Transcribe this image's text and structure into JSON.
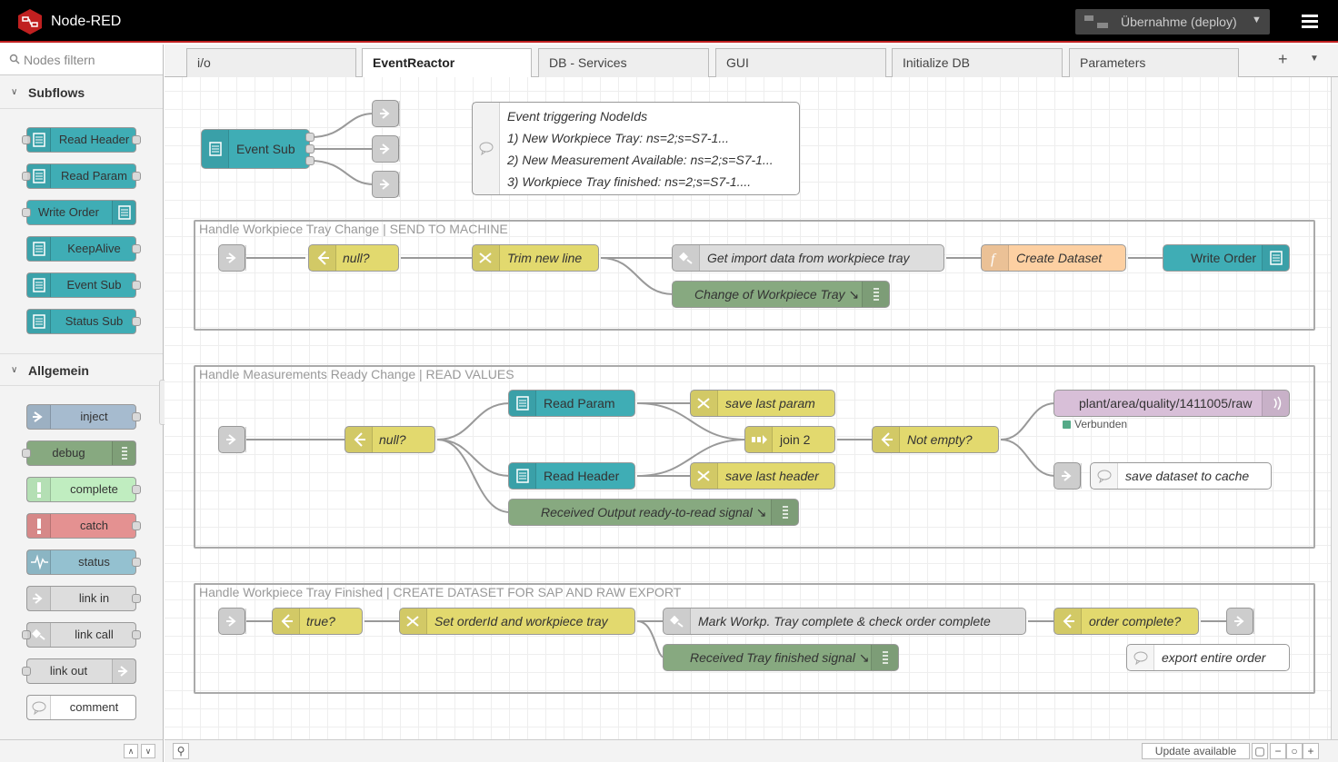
{
  "app": {
    "title": "Node-RED"
  },
  "header": {
    "deploy_label": "Übernahme (deploy)"
  },
  "palette": {
    "filter_placeholder": "Nodes filtern",
    "categories": [
      {
        "label": "Subflows",
        "items": [
          "Read Header",
          "Read Param",
          "Write Order",
          "KeepAlive",
          "Event Sub",
          "Status Sub"
        ]
      },
      {
        "label": "Allgemein",
        "items": [
          "inject",
          "debug",
          "complete",
          "catch",
          "status",
          "link in",
          "link call",
          "link out",
          "comment"
        ]
      }
    ]
  },
  "tabs": [
    "i/o",
    "EventReactor",
    "DB - Services",
    "GUI",
    "Initialize DB",
    "Parameters"
  ],
  "active_tab": "EventReactor",
  "flow": {
    "event_sub": "Event Sub",
    "comment": {
      "lines": [
        "Event triggering NodeIds",
        "1) New Workpiece Tray: ns=2;s=S7-1...",
        "2) New Measurement Available: ns=2;s=S7-1...",
        "3) Workpiece Tray finished: ns=2;s=S7-1...."
      ]
    },
    "groups": [
      {
        "label": "Handle Workpiece Tray Change | SEND TO MACHINE"
      },
      {
        "label": "Handle Measurements Ready Change | READ VALUES"
      },
      {
        "label": "Handle Workpiece Tray Finished | CREATE DATASET FOR SAP AND RAW EXPORT"
      }
    ],
    "g1": {
      "null": "null?",
      "trim": "Trim new line",
      "get_import": "Get import data from workpiece tray",
      "create_dataset": "Create Dataset",
      "write_order": "Write Order",
      "change": "Change of Workpiece Tray ↘"
    },
    "g2": {
      "null": "null?",
      "read_param": "Read Param",
      "read_header": "Read Header",
      "save_param": "save last param",
      "save_header": "save last header",
      "join": "join 2",
      "not_empty": "Not empty?",
      "mqtt": "plant/area/quality/1411005/raw",
      "mqtt_status": "Verbunden",
      "cache": "save dataset to cache",
      "received": "Received Output ready-to-read signal ↘"
    },
    "g3": {
      "true": "true?",
      "set_order": "Set orderId and workpiece tray",
      "mark": "Mark Workp. Tray complete & check order complete",
      "order_complete": "order complete?",
      "received": "Received Tray finished signal ↘",
      "export": "export entire order"
    }
  },
  "footer": {
    "update": "Update available"
  },
  "colors": {
    "subflow": "#3fadb5",
    "switch": "#e2d96e",
    "function": "#fdd0a2",
    "debug": "#87a980",
    "mqtt": "#d8bfd8",
    "header_accent": "#c02020"
  }
}
